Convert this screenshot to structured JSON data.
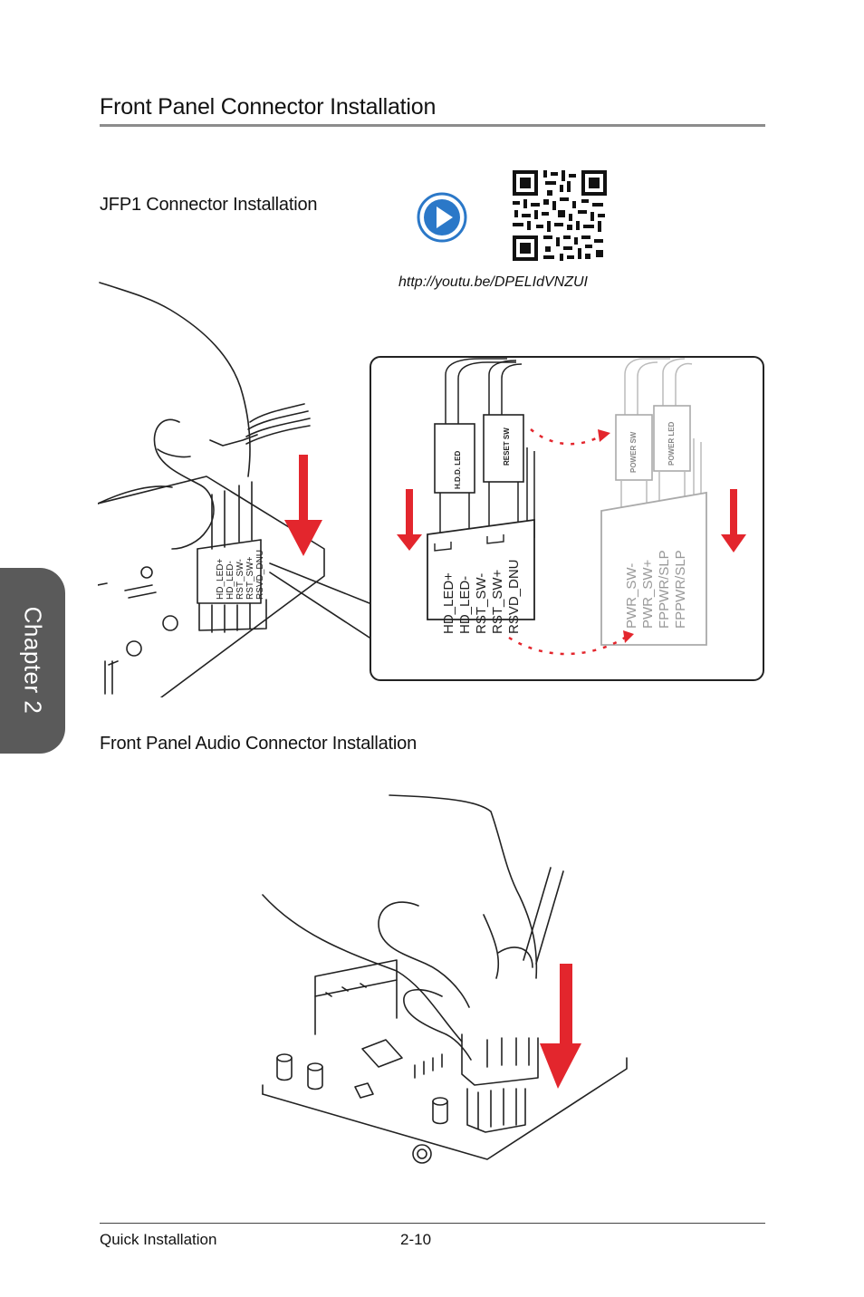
{
  "page": {
    "title": "Front Panel Connector Installation",
    "chapter_tab": "Chapter 2"
  },
  "jfp1": {
    "heading": "JFP1 Connector Installation",
    "video_url": "http://youtu.be/DPELIdVNZUI",
    "left_connector": {
      "cap_labels": [
        "H.D.D. LED",
        "RESET SW"
      ],
      "pins": [
        "HD_LED+",
        "HD_LED-",
        "RST_SW-",
        "RST_SW+",
        "RSVD_DNU"
      ]
    },
    "right_connector": {
      "cap_labels": [
        "POWER SW",
        "POWER LED"
      ],
      "pins": [
        "PWR_SW-",
        "PWR_SW+",
        "FPPWR/SLP",
        "FPPWR/SLP"
      ]
    }
  },
  "audio": {
    "heading": "Front Panel Audio Connector Installation"
  },
  "footer": {
    "left": "Quick Installation",
    "page_number": "2-10"
  },
  "colors": {
    "accent_red": "#e3262d",
    "play_blue": "#2b78c8",
    "rule_grey": "#8c8c8c",
    "tab_grey": "#5a5a5a"
  }
}
